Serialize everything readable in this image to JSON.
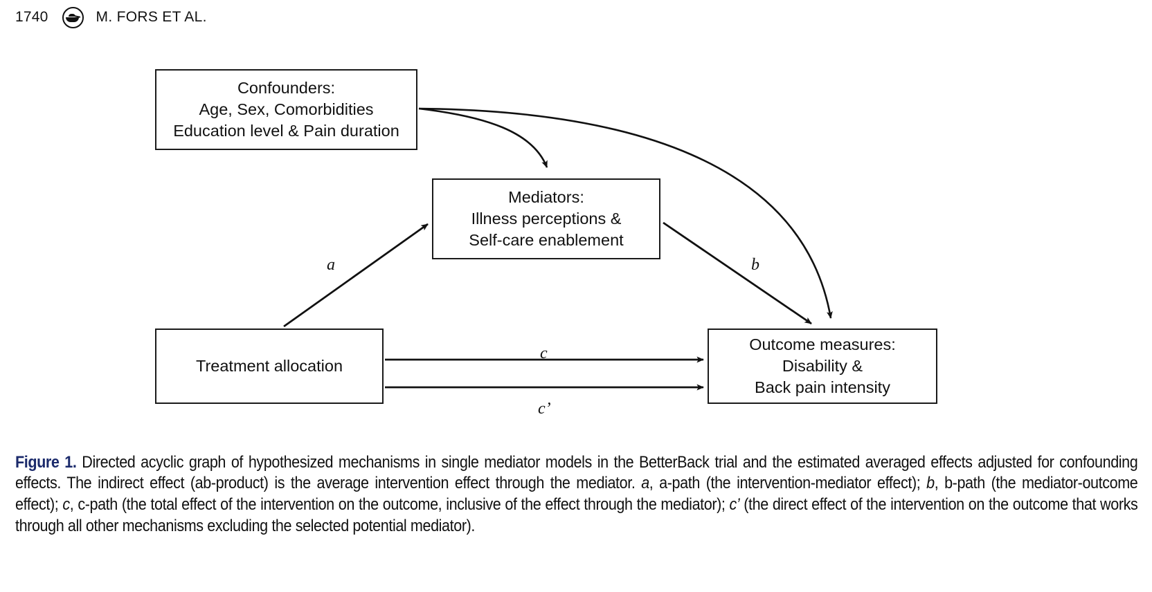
{
  "running_head": {
    "page_number": "1740",
    "logo_icon": "journal-lamp-icon",
    "authors": "M. FORS ET AL."
  },
  "figure": {
    "type": "directed-acyclic-graph",
    "nodes": [
      {
        "id": "confounders",
        "lines": [
          "Confounders:",
          "Age, Sex, Comorbidities",
          "Education level & Pain duration"
        ]
      },
      {
        "id": "mediators",
        "lines": [
          "Mediators:",
          "Illness perceptions &",
          "Self-care enablement"
        ]
      },
      {
        "id": "treatment",
        "lines": [
          "Treatment allocation"
        ]
      },
      {
        "id": "outcome",
        "lines": [
          "Outcome measures:",
          "Disability &",
          "Back pain intensity"
        ]
      }
    ],
    "edges": [
      {
        "id": "confounders-to-mediators",
        "from": "confounders",
        "to": "mediators",
        "label": "",
        "style": "curved"
      },
      {
        "id": "confounders-to-outcome",
        "from": "confounders",
        "to": "outcome",
        "label": "",
        "style": "curved"
      },
      {
        "id": "a-path",
        "from": "treatment",
        "to": "mediators",
        "label": "a",
        "style": "straight"
      },
      {
        "id": "b-path",
        "from": "mediators",
        "to": "outcome",
        "label": "b",
        "style": "straight"
      },
      {
        "id": "c-path",
        "from": "treatment",
        "to": "outcome",
        "label": "c",
        "style": "straight"
      },
      {
        "id": "c-prime-path",
        "from": "treatment",
        "to": "outcome",
        "label": "c’",
        "style": "straight"
      }
    ],
    "edge_colors": {
      "stroke": "#111111"
    },
    "node_border_color": "#1a1a1a"
  },
  "caption": {
    "prefix": "Figure 1.",
    "prefix_color": "#1b2a6b",
    "segments": [
      {
        "text": " Directed acyclic graph of hypothesized mechanisms in single mediator models in the BetterBack trial and the estimated averaged effects adjusted for confounding effects. The indirect effect (ab-product) is the average intervention effect through the mediator. ",
        "italic": false
      },
      {
        "text": "a",
        "italic": true
      },
      {
        "text": ", a-path (the intervention-mediator effect); ",
        "italic": false
      },
      {
        "text": "b",
        "italic": true
      },
      {
        "text": ", b-path (the mediator-outcome effect); ",
        "italic": false
      },
      {
        "text": "c",
        "italic": true
      },
      {
        "text": ", c-path (the total effect of the intervention on the outcome, inclusive of the effect through the mediator); ",
        "italic": false
      },
      {
        "text": "c’",
        "italic": true
      },
      {
        "text": " (the direct effect of the intervention on the outcome that works through all other mechanisms excluding the selected potential mediator).",
        "italic": false
      }
    ]
  }
}
